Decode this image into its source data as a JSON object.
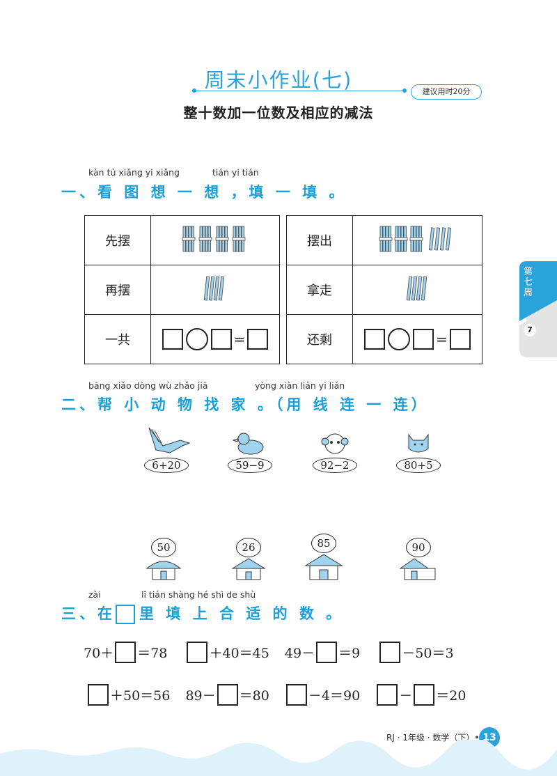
{
  "header": {
    "title": "周末小作业(七)",
    "time_badge": "建议用时20分",
    "subtitle": "整十数加一位数及相应的减法"
  },
  "section1": {
    "pinyin_a": "kàn tú xiǎng yi xiǎng",
    "pinyin_b": "tián yi tián",
    "heading": "一、看 图 想 一 想 ，填 一 填 。",
    "left_table": {
      "row1_label": "先摆",
      "row2_label": "再摆",
      "row3_label": "一共"
    },
    "right_table": {
      "row1_label": "摆出",
      "row2_label": "拿走",
      "row3_label": "还剩"
    },
    "equals": "="
  },
  "section2": {
    "pinyin_a": "bāng xiǎo dòng wù zhǎo jiā",
    "pinyin_b": "yòng xiàn lián yi lián",
    "heading": "二、帮 小 动 物 找 家 。（用 线 连 一 连）",
    "animals": [
      "6+20",
      "59−9",
      "92−2",
      "80+5"
    ],
    "houses": [
      "50",
      "26",
      "85",
      "90"
    ]
  },
  "section3": {
    "pinyin_a": "zài",
    "pinyin_b": "lǐ tián shàng hé shì de shù",
    "heading_prefix": "三、在",
    "heading_suffix": "里 填 上 合 适 的 数 。",
    "row1": {
      "e1_pre": "70＋",
      "e1_post": "＝78",
      "e2_post": "＋40＝45",
      "e3_pre": "49－",
      "e3_post": "＝9",
      "e4_post": "－50＝3"
    },
    "row2": {
      "e1_post": "＋50＝56",
      "e2_pre": "89－",
      "e2_post": "＝80",
      "e3_post": "－4＝90",
      "e4_mid": "－",
      "e4_post": "＝20"
    }
  },
  "side_tab": {
    "label": "第七周",
    "number": "7"
  },
  "footer": {
    "text": "RJ · 1年级 · 数学（下）•",
    "page": "13"
  },
  "colors": {
    "accent": "#2aa3db",
    "bundle": "#9fd3ee"
  }
}
